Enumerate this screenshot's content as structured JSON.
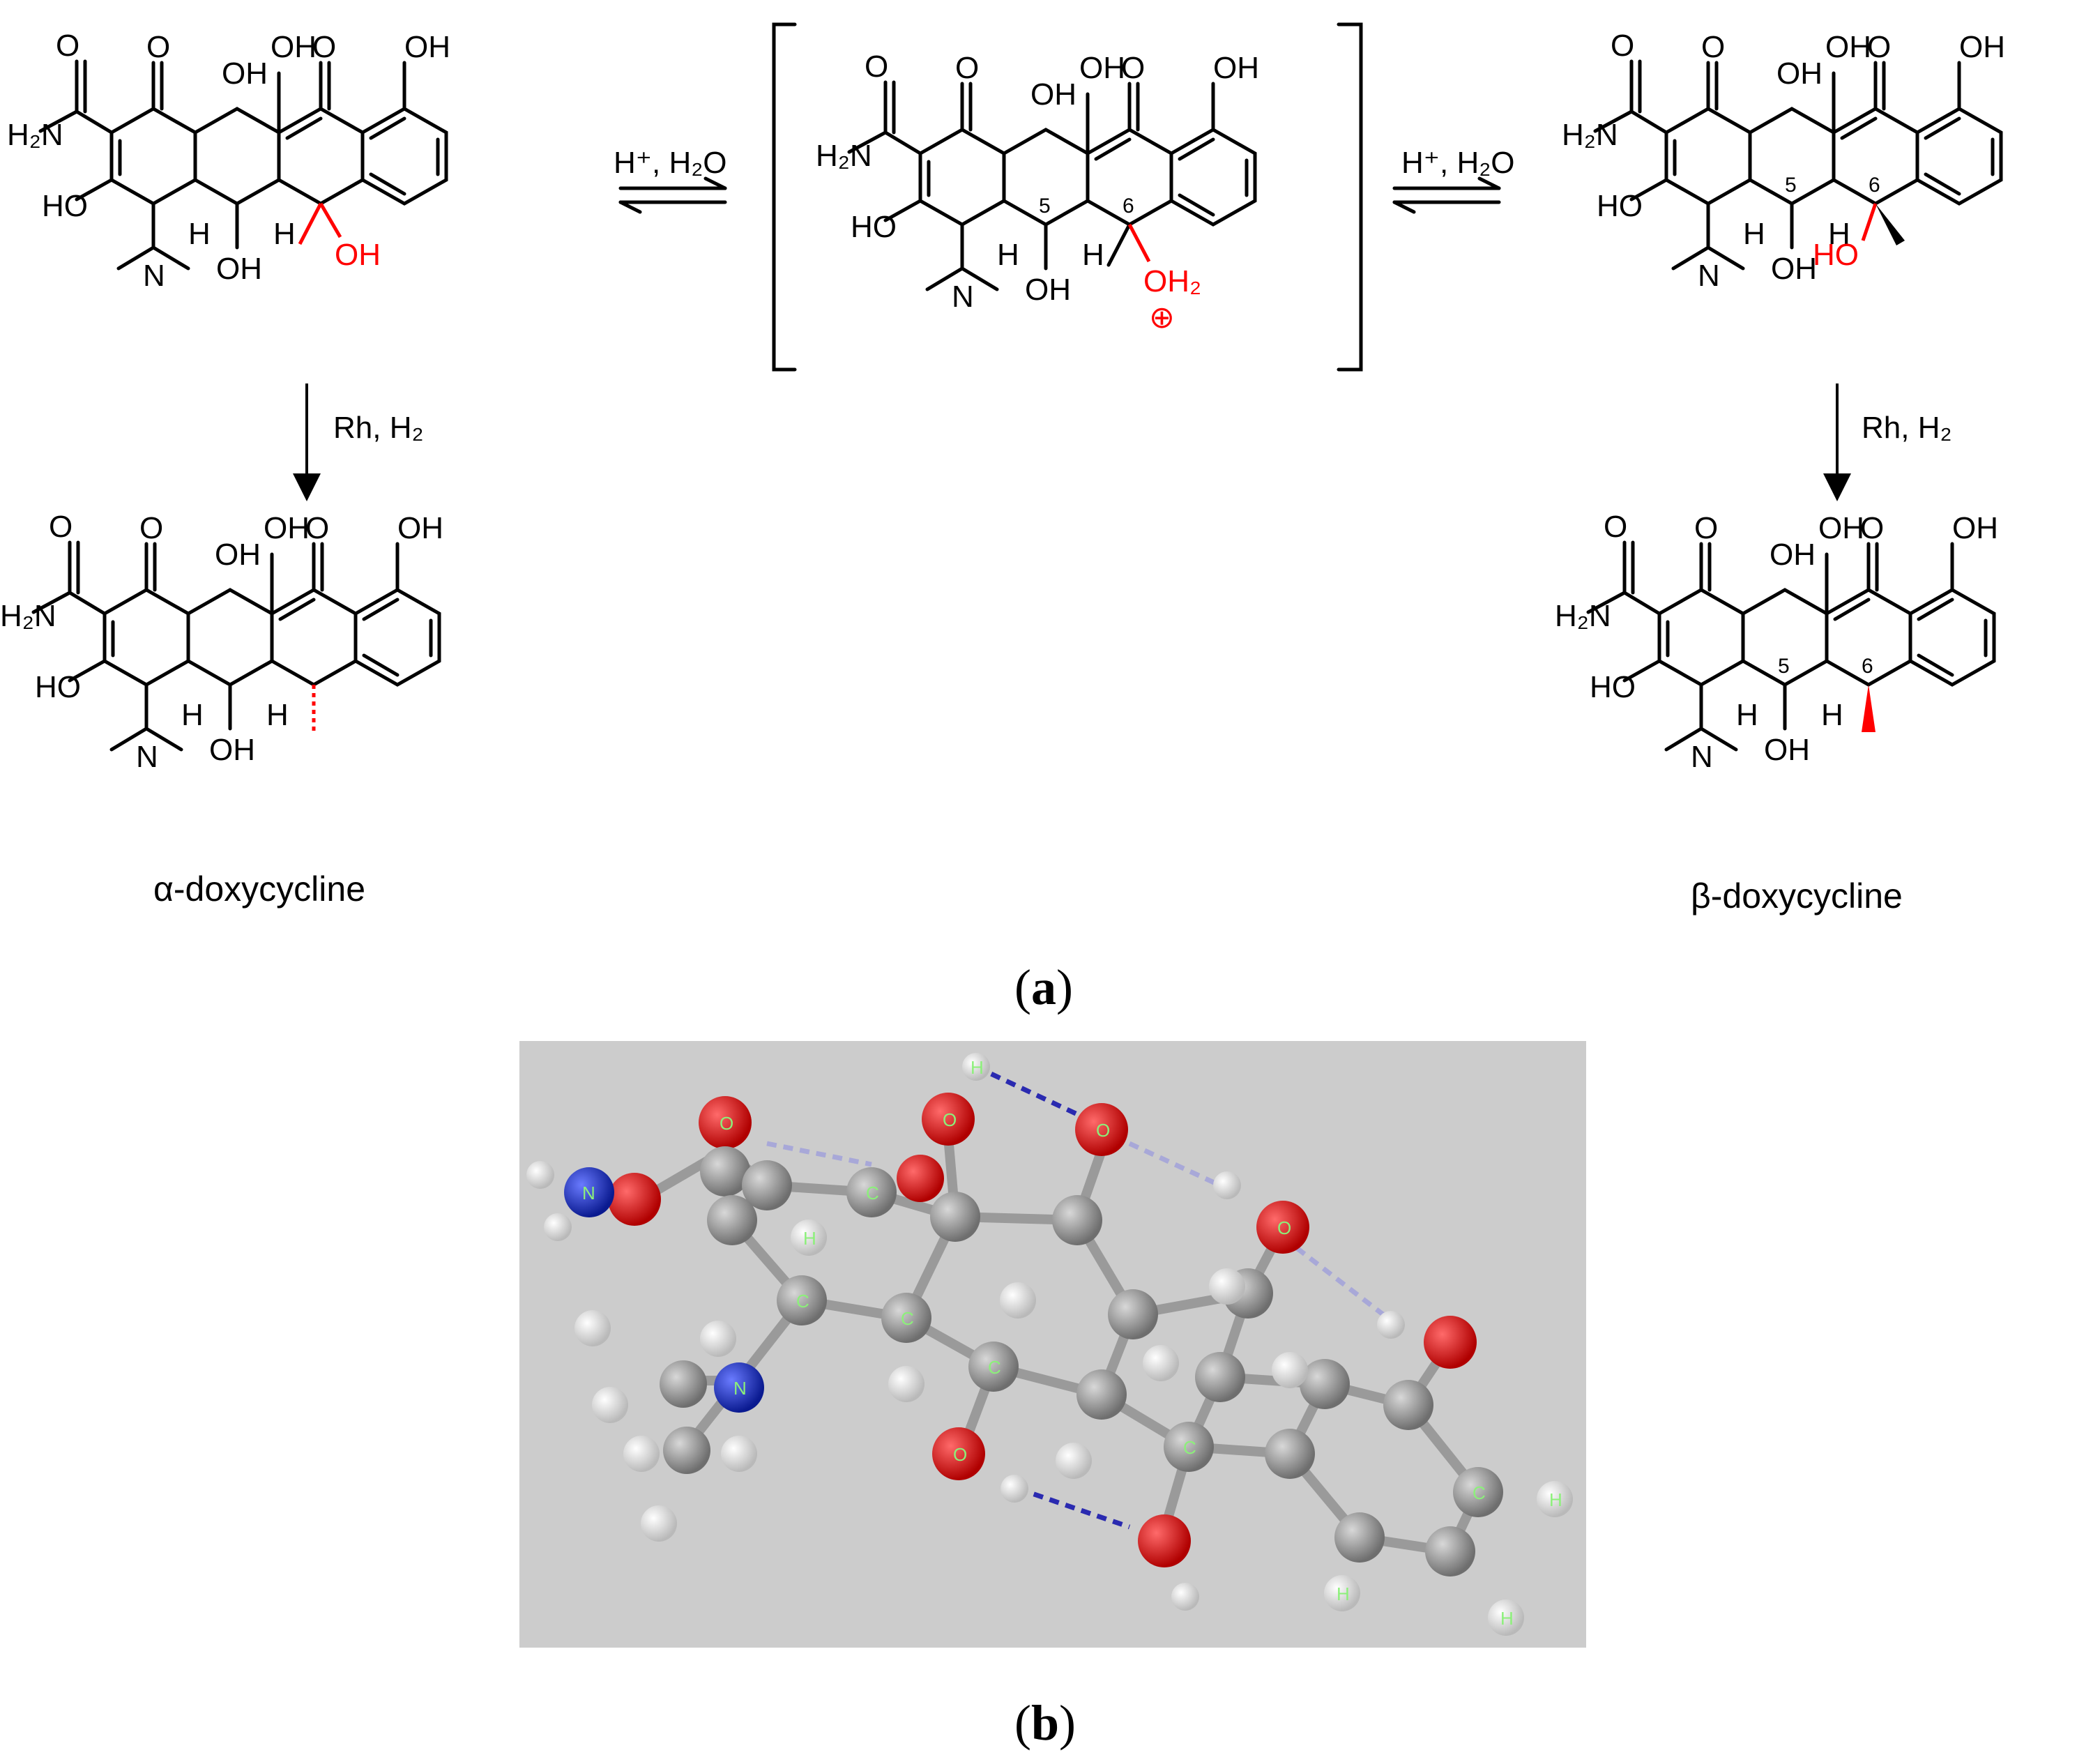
{
  "conditions": {
    "acid_water": "H⁺, H₂O",
    "hydrogenation": "Rh, H₂"
  },
  "compound_names": {
    "alpha": "α-doxycycline",
    "beta": "β-doxycycline"
  },
  "panel_labels": {
    "a": "a",
    "b": "b"
  },
  "atom_labels": {
    "O": "O",
    "OH": "OH",
    "HO": "HO",
    "H": "H",
    "N": "N",
    "H2N": "H₂N",
    "OH2": "OH₂",
    "plus": "⊕",
    "C": "C"
  },
  "locants": {
    "five": "5",
    "six": "6"
  },
  "colors": {
    "stereo_red": "#ff0000",
    "model_background": "#cccccc",
    "carbon": "#8a8a8a",
    "oxygen": "#e01010",
    "nitrogen": "#1a2fd0",
    "hydrogen": "#f0f0f0",
    "hbond": "#2a2ab0"
  }
}
